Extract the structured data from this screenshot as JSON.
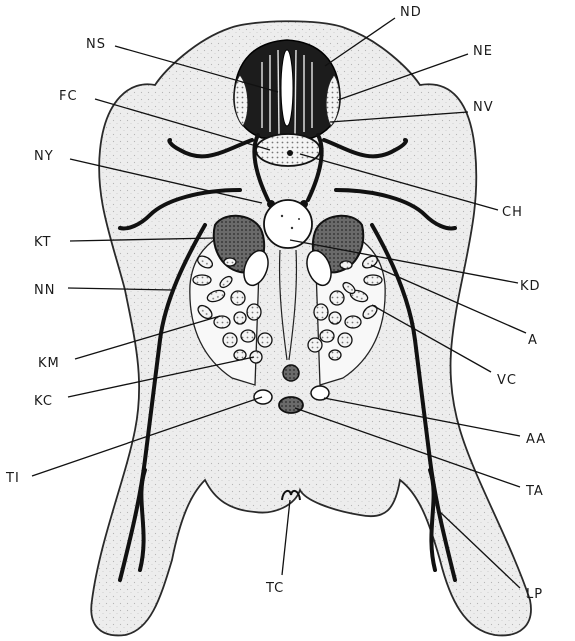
{
  "figure": {
    "labels": {
      "nd": "ND",
      "ns": "NS",
      "ne": "NE",
      "fc": "FC",
      "nv": "NV",
      "ny": "NY",
      "ch": "CH",
      "kt": "KT",
      "kd": "KD",
      "nn": "NN",
      "a": "A",
      "km": "KM",
      "vc": "VC",
      "kc": "KC",
      "aa": "AA",
      "ti": "TI",
      "ta": "TA",
      "lp": "LP",
      "tc": "TC"
    }
  },
  "colors": {
    "ink": "#111111",
    "body_fill": "#ededed",
    "stipple": "#bdbdbd"
  }
}
